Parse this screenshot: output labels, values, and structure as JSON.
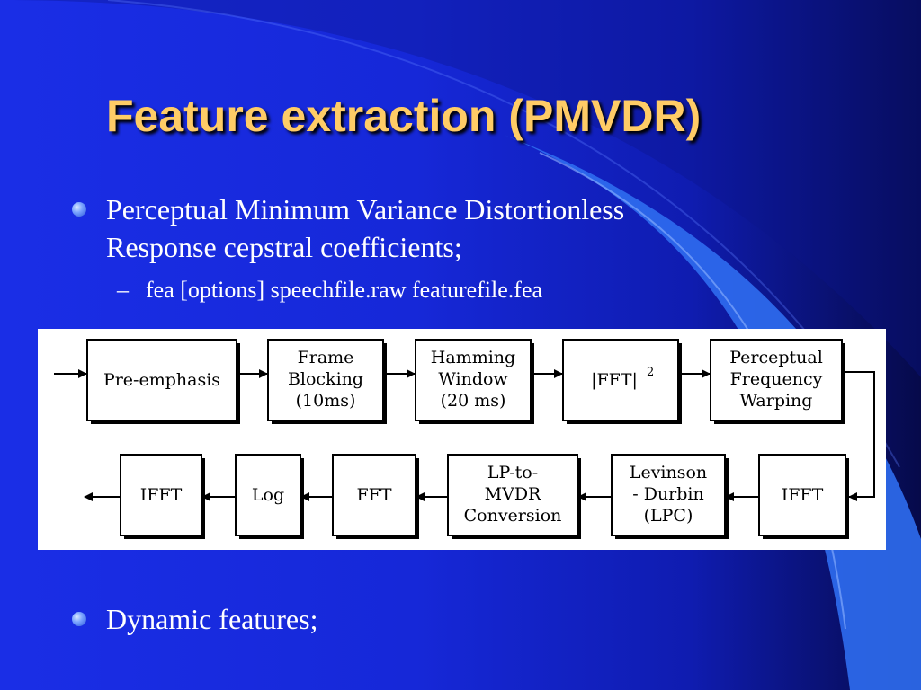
{
  "slide": {
    "title": "Feature extraction (PMVDR)",
    "bullets": [
      {
        "line1": "Perceptual Minimum Variance Distortionless",
        "line2": "Response cepstral coefficients;"
      },
      {
        "line1": "Dynamic features;"
      }
    ],
    "sub_bullet": {
      "dash": "–",
      "text": "fea [options] speechfile.raw featurefile.fea"
    }
  },
  "diagram": {
    "row1": [
      {
        "lines": [
          "Pre-emphasis"
        ]
      },
      {
        "lines": [
          "Frame",
          "Blocking",
          "(10ms)"
        ]
      },
      {
        "lines": [
          "Hamming",
          "Window",
          "(20 ms)"
        ]
      },
      {
        "lines": [
          "|FFT|",
          "2"
        ]
      },
      {
        "lines": [
          "Perceptual",
          "Frequency",
          "Warping"
        ]
      }
    ],
    "row2": [
      {
        "lines": [
          "IFFT"
        ]
      },
      {
        "lines": [
          "Log"
        ]
      },
      {
        "lines": [
          "FFT"
        ]
      },
      {
        "lines": [
          "LP-to-",
          "MVDR",
          "Conversion"
        ]
      },
      {
        "lines": [
          "Levinson",
          "- Durbin",
          "(LPC)"
        ]
      },
      {
        "lines": [
          "IFFT"
        ]
      }
    ]
  },
  "colors": {
    "title": "#ffcc66",
    "text": "#ffffff",
    "background": "#1628d8"
  }
}
